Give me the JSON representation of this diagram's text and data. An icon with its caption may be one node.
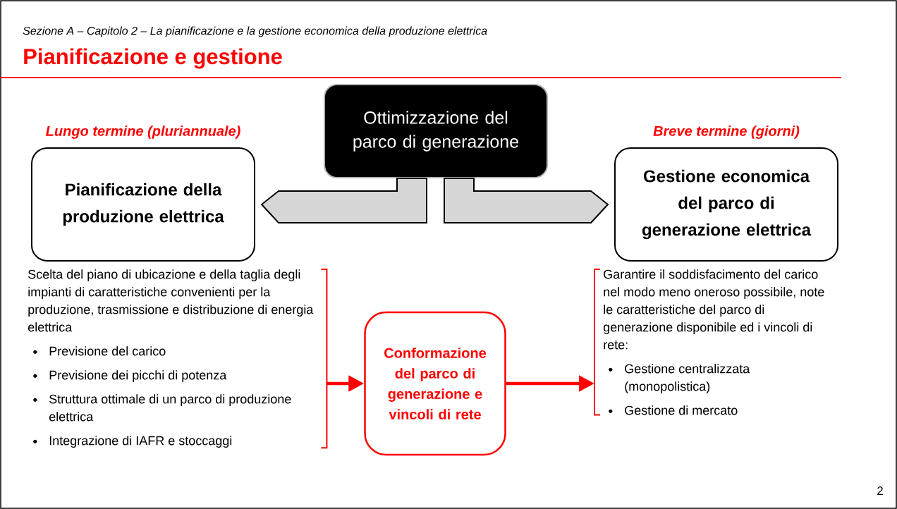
{
  "diagram": {
    "title": "Pianificazione e gestione",
    "nodes": [
      {
        "text": [
          "Ottimizzazione del parco di generazione"
        ]
      },
      {
        "text": [
          "Pianificazione della produzione elettrica"
        ],
        "beside": [
          "Lungo termine (pluriannuale)"
        ]
      },
      {
        "text": [
          "Gestione economica del parco di generazione elettrica"
        ],
        "beside": [
          "Breve termine (giorni)"
        ]
      },
      {
        "text": [
          "Scelta del piano di ubicazione e della taglia degli impianti di caratteristiche convenienti per la produzione, trasmissione e distribuzione di energia elettrica",
          "Previsione del carico",
          "Previsione dei picchi di potenza",
          "Struttura ottimale di un parco di produzione elettrica",
          "Integrazione di IAFR e stoccaggi"
        ]
      },
      {
        "text": [
          "Conformazione del parco di generazione e vincoli di rete"
        ]
      },
      {
        "text": [
          "Garantire il soddisfacimento del carico nel modo meno oneroso possibile, note le caratteristiche del parco di generazione disponibile ed i vincoli di rete:",
          "Gestione centralizzata (monopolistica)",
          "Gestione di mercato"
        ]
      }
    ],
    "edges": [
      {
        "from": 0,
        "to": 1,
        "arrow": "to",
        "style": "thick"
      },
      {
        "from": 0,
        "to": 2,
        "arrow": "to",
        "style": "thick"
      },
      {
        "from": 3,
        "to": 4,
        "arrow": "to",
        "color": "#ff0000"
      },
      {
        "from": 4,
        "to": 5,
        "arrow": "to",
        "color": "#ff0000"
      }
    ],
    "labels": [
      "Sezione A – Capitolo 2 – La pianificazione e la gestione economica della produzione elettrica",
      "2"
    ]
  }
}
